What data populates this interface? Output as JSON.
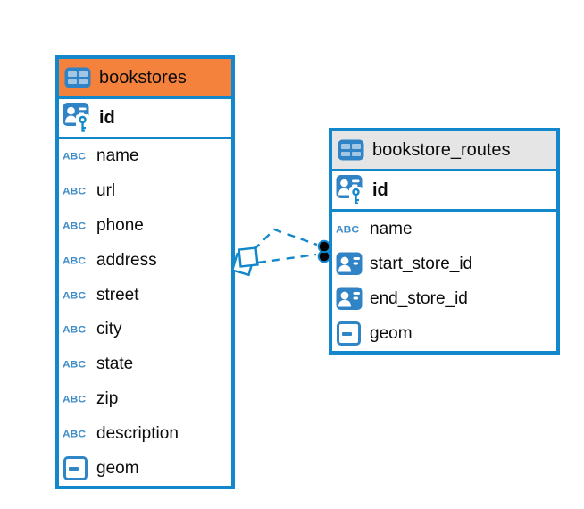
{
  "diagram": {
    "tables": [
      {
        "name": "bookstores",
        "header_color": "#F5823C",
        "primary_key": {
          "name": "id"
        },
        "columns": [
          {
            "name": "name",
            "type": "text"
          },
          {
            "name": "url",
            "type": "text"
          },
          {
            "name": "phone",
            "type": "text"
          },
          {
            "name": "address",
            "type": "text"
          },
          {
            "name": "street",
            "type": "text"
          },
          {
            "name": "city",
            "type": "text"
          },
          {
            "name": "state",
            "type": "text"
          },
          {
            "name": "zip",
            "type": "text"
          },
          {
            "name": "description",
            "type": "text"
          },
          {
            "name": "geom",
            "type": "geometry"
          }
        ]
      },
      {
        "name": "bookstore_routes",
        "header_color": "#E5E5E5",
        "primary_key": {
          "name": "id"
        },
        "columns": [
          {
            "name": "name",
            "type": "text"
          },
          {
            "name": "start_store_id",
            "type": "reference"
          },
          {
            "name": "end_store_id",
            "type": "reference"
          },
          {
            "name": "geom",
            "type": "geometry"
          }
        ]
      }
    ],
    "relationship": {
      "from_table": "bookstores",
      "to_table": "bookstore_routes",
      "line_style": "dashed",
      "endpoint_count": 2
    }
  },
  "icons": {
    "text_type_label": "ABC"
  },
  "colors": {
    "accent_blue": "#1287CB",
    "icon_blue": "#2F86C6",
    "header_orange": "#F5823C",
    "header_gray": "#E5E5E5",
    "text": "#0B0B0B",
    "canvas": "#FFFFFF"
  }
}
